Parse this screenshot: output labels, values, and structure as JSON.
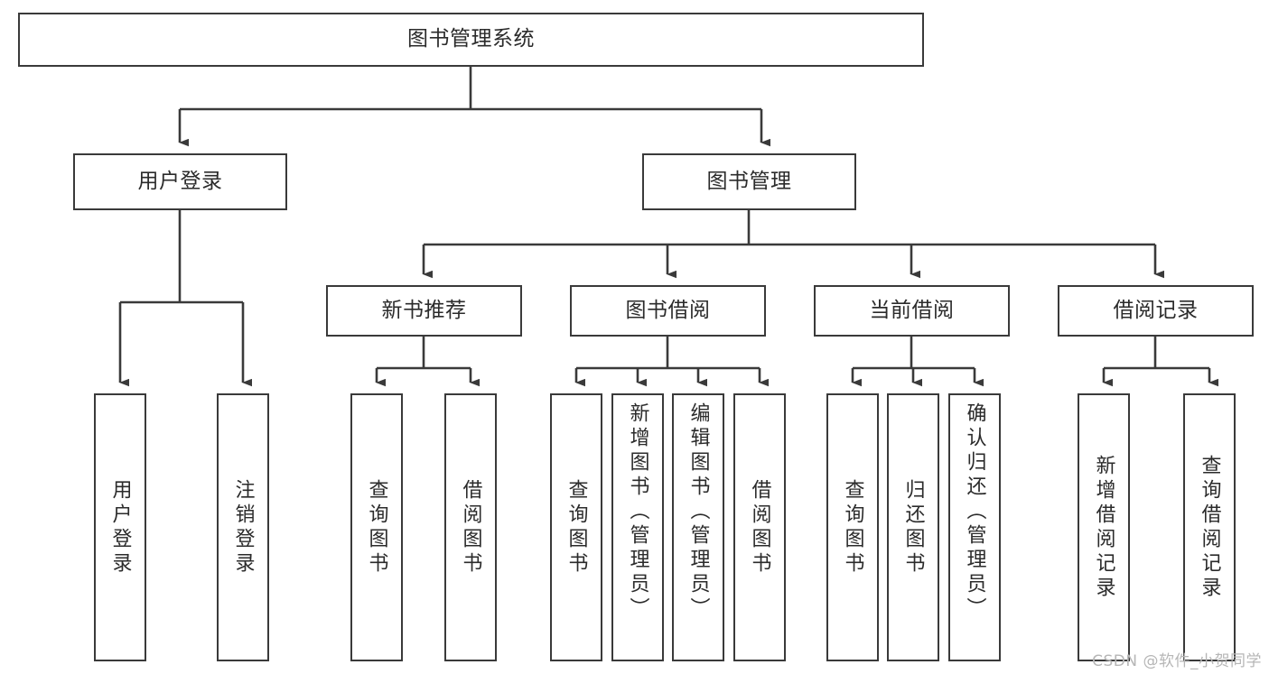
{
  "diagram": {
    "title": "图书管理系统",
    "type": "tree-hierarchy",
    "root": {
      "id": "root",
      "label": "图书管理系统"
    },
    "level2": [
      {
        "id": "user-login",
        "label": "用户登录"
      },
      {
        "id": "book-manage",
        "label": "图书管理"
      }
    ],
    "level3": [
      {
        "id": "new-book-recommend",
        "label": "新书推荐",
        "parent": "book-manage"
      },
      {
        "id": "book-borrow",
        "label": "图书借阅",
        "parent": "book-manage"
      },
      {
        "id": "current-borrow",
        "label": "当前借阅",
        "parent": "book-manage"
      },
      {
        "id": "borrow-record",
        "label": "借阅记录",
        "parent": "book-manage"
      }
    ],
    "leaves": {
      "user_login": [
        {
          "id": "leaf-user-login",
          "label": "用户登录"
        },
        {
          "id": "leaf-logout",
          "label": "注销登录"
        }
      ],
      "new_book_recommend": [
        {
          "id": "leaf-query-book-1",
          "label": "查询图书"
        },
        {
          "id": "leaf-borrow-book-1",
          "label": "借阅图书"
        }
      ],
      "book_borrow": [
        {
          "id": "leaf-query-book-2",
          "label": "查询图书"
        },
        {
          "id": "leaf-add-book",
          "label": "新增图书（管理员）"
        },
        {
          "id": "leaf-edit-book",
          "label": "编辑图书（管理员）"
        },
        {
          "id": "leaf-borrow-book-2",
          "label": "借阅图书"
        }
      ],
      "current_borrow": [
        {
          "id": "leaf-query-book-3",
          "label": "查询图书"
        },
        {
          "id": "leaf-return-book",
          "label": "归还图书"
        },
        {
          "id": "leaf-confirm-return",
          "label": "确认归还（管理员）"
        }
      ],
      "borrow_record": [
        {
          "id": "leaf-add-record",
          "label": "新增借阅记录"
        },
        {
          "id": "leaf-query-record",
          "label": "查询借阅记录"
        }
      ]
    }
  },
  "watermark": {
    "text": "CSDN @软件_小贺同学"
  },
  "colors": {
    "stroke": "#3a3a3a",
    "fill": "#ffffff",
    "text": "#2b2b2b",
    "watermark": "#b6b6b6"
  }
}
